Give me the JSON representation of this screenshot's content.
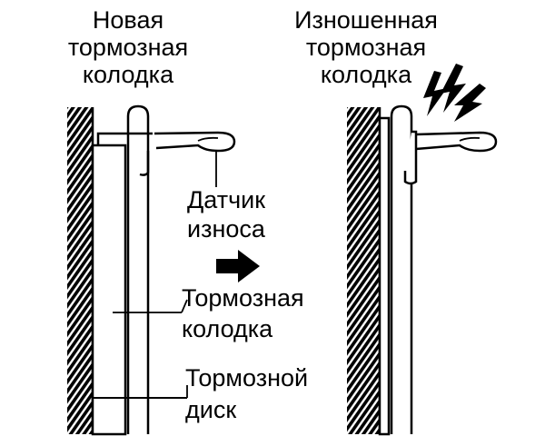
{
  "left_title": [
    "Новая",
    "тормозная",
    "колодка"
  ],
  "right_title": [
    "Изношенная",
    "тормозная",
    "колодка"
  ],
  "labels": {
    "sensor": [
      "Датчик",
      "износа"
    ],
    "brake_pad": [
      "Тормозная",
      "колодка"
    ],
    "brake_disc": [
      "Тормозной",
      "диск"
    ]
  },
  "icons": {
    "transition_arrow": "right-arrow-icon",
    "spark": "lightning-icon"
  },
  "colors": {
    "ink": "#000000",
    "background": "#ffffff"
  }
}
